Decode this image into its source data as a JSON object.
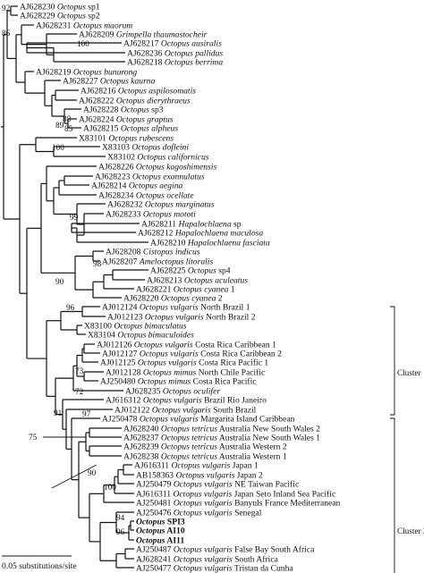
{
  "taxa": [
    {
      "id": "t0",
      "acc": "AJ628230",
      "genus": "Octopus",
      "rest": " sp1"
    },
    {
      "id": "t1",
      "acc": "AJ628229",
      "genus": "Octopus",
      "rest": " sp2"
    },
    {
      "id": "t2",
      "acc": "AJ628231",
      "genus": "Octopus maorum",
      "rest": ""
    },
    {
      "id": "t3",
      "acc": "AJ628209",
      "genus": "Grimpella thaumastocheir",
      "rest": ""
    },
    {
      "id": "t4",
      "acc": "AJ628217",
      "genus": "Octopus ausiralis",
      "rest": ""
    },
    {
      "id": "t5",
      "acc": "AJ628236",
      "genus": "Octopus pallidus",
      "rest": ""
    },
    {
      "id": "t6",
      "acc": "AJ628218",
      "genus": "Octopus berrima",
      "rest": ""
    },
    {
      "id": "t7",
      "acc": "AJ628219",
      "genus": "Octopus bunurong",
      "rest": ""
    },
    {
      "id": "t8",
      "acc": "AJ628227",
      "genus": "Octopus kaurna",
      "rest": ""
    },
    {
      "id": "t9",
      "acc": "AJ628216",
      "genus": "Octopus aspilosomatis",
      "rest": ""
    },
    {
      "id": "t10",
      "acc": "AJ628222",
      "genus": "Octopus dierythraeus",
      "rest": ""
    },
    {
      "id": "t11",
      "acc": "AJ628228",
      "genus": "Octopus",
      "rest": " sp3"
    },
    {
      "id": "t12",
      "acc": "AJ628224",
      "genus": "Octopus graptus",
      "rest": ""
    },
    {
      "id": "t13",
      "acc": "AJ628215",
      "genus": "Octopus alpheus",
      "rest": ""
    },
    {
      "id": "t14",
      "acc": "X83101",
      "genus": "Octopus rubescens",
      "rest": ""
    },
    {
      "id": "t15",
      "acc": "X83103",
      "genus": "Octopus dofleini",
      "rest": ""
    },
    {
      "id": "t16",
      "acc": "X83102",
      "genus": "Octopus californicus",
      "rest": ""
    },
    {
      "id": "t17",
      "acc": "AJ628226",
      "genus": "Octopus kagoshimensis",
      "rest": ""
    },
    {
      "id": "t18",
      "acc": "AJ628223",
      "genus": "Octopus exannulatus",
      "rest": ""
    },
    {
      "id": "t19",
      "acc": "AJ628214",
      "genus": "Octopus aegina",
      "rest": ""
    },
    {
      "id": "t20",
      "acc": "AJ628234",
      "genus": "Octopus ocellate",
      "rest": ""
    },
    {
      "id": "t21",
      "acc": "AJ628232",
      "genus": "Octopus marginatus",
      "rest": ""
    },
    {
      "id": "t22",
      "acc": "AJ628233",
      "genus": "Octopus mototi",
      "rest": ""
    },
    {
      "id": "t23",
      "acc": "AJ628211",
      "genus": "Hapalochlaena",
      "rest": " sp"
    },
    {
      "id": "t24",
      "acc": "AJ628212",
      "genus": "Hapalochlaena maculosa",
      "rest": ""
    },
    {
      "id": "t25",
      "acc": "AJ628210",
      "genus": "Hapalochlaena fasciata",
      "rest": ""
    },
    {
      "id": "t26",
      "acc": "AJ628208",
      "genus": "Cistopus indicus",
      "rest": ""
    },
    {
      "id": "t27",
      "acc": "AJ628207",
      "genus": "Ameloctopus litoralis",
      "rest": ""
    },
    {
      "id": "t28",
      "acc": "AJ628225",
      "genus": "Octopus",
      "rest": " sp4"
    },
    {
      "id": "t29",
      "acc": "AJ628213",
      "genus": "Octopus aculeatus",
      "rest": ""
    },
    {
      "id": "t30",
      "acc": "AJ628221",
      "genus": "Octopus cyanea",
      "rest": " 1"
    },
    {
      "id": "t31",
      "acc": "AJ628220",
      "genus": "Octopus cyanea",
      "rest": " 2"
    },
    {
      "id": "t32",
      "acc": "AJ012124",
      "genus": "Octopus vulgaris",
      "rest": " North Brazil 1"
    },
    {
      "id": "t33",
      "acc": "AJ012123",
      "genus": "Octopus vulgaris",
      "rest": " North Brazil 2"
    },
    {
      "id": "t34",
      "acc": "X83100",
      "genus": "Octopus bimaculatus",
      "rest": ""
    },
    {
      "id": "t35",
      "acc": "X83104",
      "genus": "Octopus bimaculoides",
      "rest": ""
    },
    {
      "id": "t36",
      "acc": "AJ012126",
      "genus": "Octopus vulgaris",
      "rest": " Costa Rica Caribbean 1"
    },
    {
      "id": "t37",
      "acc": "AJ012127",
      "genus": "Octopus vulgaris",
      "rest": " Costa Rica Caribbean 2"
    },
    {
      "id": "t38",
      "acc": "AJ012125",
      "genus": "Octopus vulgaris",
      "rest": " Costa Rica Pacific 1"
    },
    {
      "id": "t39",
      "acc": "AJ012128",
      "genus": "Octopus mimus",
      "rest": " North Chile Pacific"
    },
    {
      "id": "t40",
      "acc": "AJ250480",
      "genus": "Octopus mimus",
      "rest": " Costa Rica Pacific"
    },
    {
      "id": "t41",
      "acc": "AJ628235",
      "genus": "Octopus oculifer",
      "rest": ""
    },
    {
      "id": "t42",
      "acc": "AJ616312",
      "genus": "Octopus vulgaris",
      "rest": " Brazil Rio Janeiro"
    },
    {
      "id": "t43",
      "acc": "AJ012122",
      "genus": "Octopus vulgaris",
      "rest": " South Brazil"
    },
    {
      "id": "t44",
      "acc": "AJ250478",
      "genus": "Octopus vulgaris",
      "rest": " Margarita Island Caribbean"
    },
    {
      "id": "t45",
      "acc": "AJ628240",
      "genus": "Octopus tetricus",
      "rest": " Australia New South Wales 2"
    },
    {
      "id": "t46",
      "acc": "AJ628237",
      "genus": "Octopus tetricus",
      "rest": " Australia New South Wales 1"
    },
    {
      "id": "t47",
      "acc": "AJ628239",
      "genus": "Octopus tetricus",
      "rest": " Australia Western 2"
    },
    {
      "id": "t48",
      "acc": "AJ628238",
      "genus": "Octopus tetricus",
      "rest": " Australia Western 1"
    },
    {
      "id": "t49",
      "acc": "AJ616311",
      "genus": "Octopus vulgaris",
      "rest": " Japan 1"
    },
    {
      "id": "t50",
      "acc": "AB158363",
      "genus": "Octopus vulgaris",
      "rest": " Japan 2"
    },
    {
      "id": "t51",
      "acc": "AJ250479",
      "genus": "Octopus vulgaris",
      "rest": " NE Taiwan Pacific"
    },
    {
      "id": "t52",
      "acc": "AJ616311",
      "genus": "Octopus vulgaris",
      "rest": " Japan Seto Inland Sea Pacific"
    },
    {
      "id": "t53",
      "acc": "AJ250481",
      "genus": "Octopus vulgaris",
      "rest": " Banyuls France Mediterranean"
    },
    {
      "id": "t54",
      "acc": "AJ250476",
      "genus": "Octopus vulgaris",
      "rest": " Senegal"
    },
    {
      "id": "t55",
      "acc": "",
      "genus": "Octopus",
      "rest": " SPI3",
      "bold": true
    },
    {
      "id": "t56",
      "acc": "",
      "genus": "Octopus",
      "rest": " AI10",
      "bold": true
    },
    {
      "id": "t57",
      "acc": "",
      "genus": "Octopus",
      "rest": " AI11",
      "bold": true
    },
    {
      "id": "t58",
      "acc": "AJ250487",
      "genus": "Octopus vulgaris",
      "rest": " False Bay South Africa"
    },
    {
      "id": "t59",
      "acc": "AJ628241",
      "genus": "Octopus vulgaris",
      "rest": " South Africa"
    },
    {
      "id": "t60",
      "acc": "AJ250477",
      "genus": "Octopus vulgaris",
      "rest": " Tristan da Cunha"
    }
  ],
  "support_values": [
    "92",
    "86",
    "100",
    "89",
    "88",
    "85",
    "100",
    "99",
    "98",
    "90",
    "96",
    "73",
    "72",
    "97",
    "91",
    "75",
    "90",
    "100",
    "94",
    "96"
  ],
  "clusters": {
    "cluster1": "Cluster",
    "cluster2": "Cluster 2"
  },
  "scale_label": "0.05 substitutions/site"
}
